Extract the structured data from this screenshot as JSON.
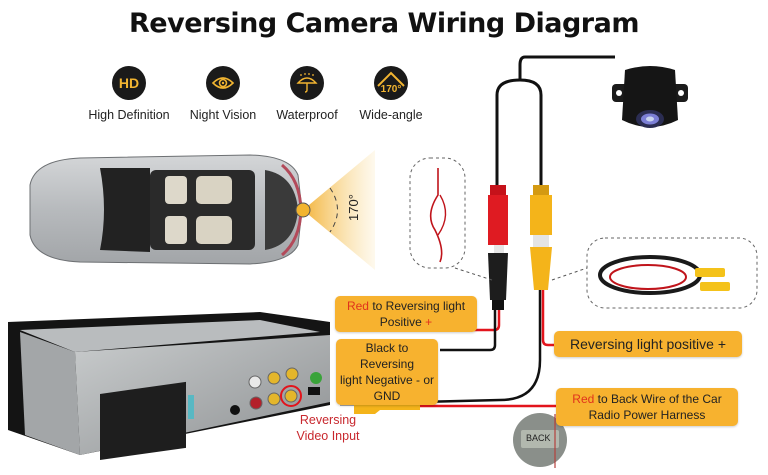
{
  "title": "Reversing Camera Wiring Diagram",
  "features": [
    {
      "icon": "hd-icon",
      "badge_text": "HD",
      "label": "High Definition"
    },
    {
      "icon": "eye-icon",
      "badge_text": "",
      "label": "Night Vision"
    },
    {
      "icon": "umbrella-rain-icon",
      "badge_text": "",
      "label": "Waterproof"
    },
    {
      "icon": "wide-angle-icon",
      "badge_text": "170°",
      "label": "Wide-angle"
    }
  ],
  "car": {
    "view_angle": "170°"
  },
  "labels": {
    "red_positive": {
      "highlight": "Red",
      "text": " to Reversing light",
      "line2": "Positive",
      "sign": "+"
    },
    "black_negative": {
      "line1": "Black to Reversing",
      "line2": "light Negative - or",
      "line3": "GND"
    },
    "reversing_light_positive": "Reversing light positive +",
    "red_back_wire": {
      "highlight": "Red",
      "text": " to Back Wire of the Car",
      "line2": "Radio Power Harness"
    },
    "video_input": {
      "line1": "Reversing",
      "line2": "Video Input"
    },
    "back_button": "BACK"
  },
  "colors": {
    "label_bg": "#f7b22f",
    "red_wire": "#e2141c",
    "black_wire": "#111111",
    "rca_yellow": "#f5b418",
    "accent_red_text": "#e0331c"
  }
}
